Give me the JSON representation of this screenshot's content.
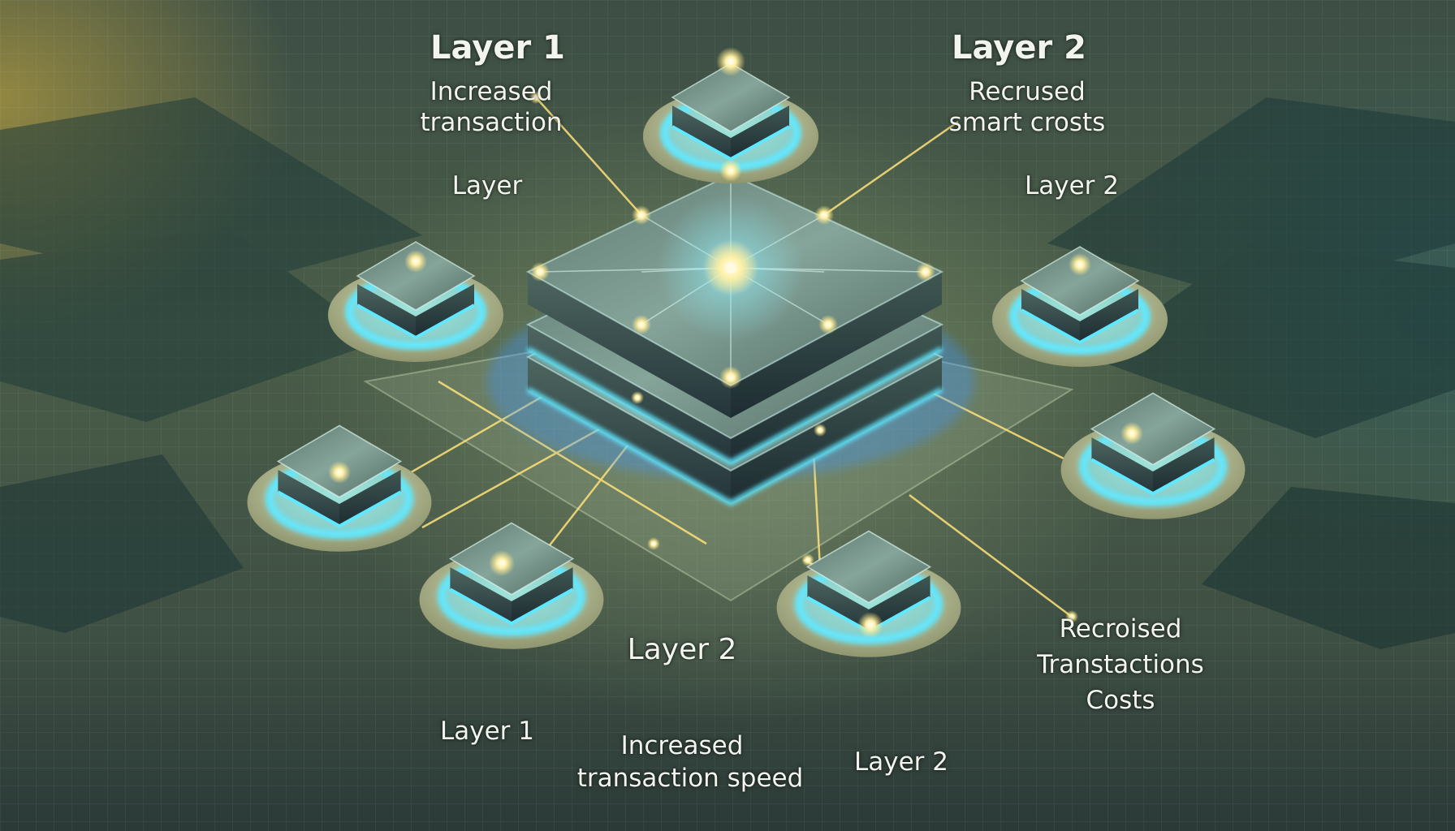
{
  "labels": {
    "top_left_title": "Layer 1",
    "top_left_line1": "Increased",
    "top_left_line2": "transaction",
    "top_left_layer": "Layer",
    "top_right_title": "Layer 2",
    "top_right_line1": "Recrused",
    "top_right_line2": "smart crosts",
    "top_right_layer": "Layer 2",
    "center_bottom": "Layer 2",
    "right_line1": "Recroised",
    "right_line2": "Transtactions",
    "right_line3": "Costs",
    "bottom_left": "Layer 1",
    "bottom_center_line1": "Increased",
    "bottom_center_line2": "transaction speed",
    "bottom_right": "Layer 2"
  },
  "colors": {
    "glow_cyan": "#5fe8ff",
    "glow_gold": "#ffe27a",
    "pad": "#c9cf9e",
    "block_top": "#7f9a8f"
  },
  "nodes": [
    "node-top",
    "node-left",
    "node-right",
    "node-mid-left",
    "node-mid-right",
    "node-bottom-left",
    "node-bottom-right"
  ]
}
